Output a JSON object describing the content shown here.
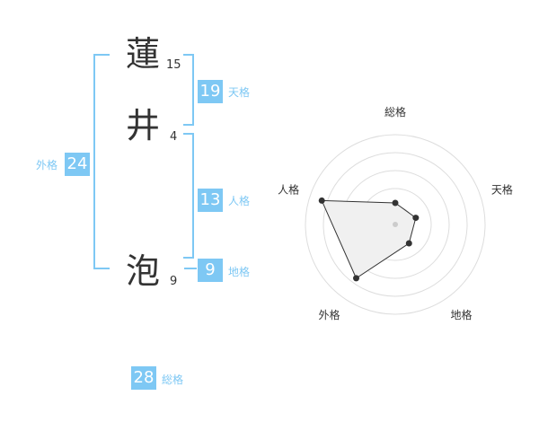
{
  "name": {
    "chars": [
      {
        "char": "蓮",
        "strokes": "15"
      },
      {
        "char": "井",
        "strokes": "4"
      },
      {
        "char": "泡",
        "strokes": "9"
      }
    ]
  },
  "fortune": {
    "tenkaku": {
      "value": "19",
      "label": "天格"
    },
    "jinkaku": {
      "value": "13",
      "label": "人格"
    },
    "chikaku": {
      "value": "9",
      "label": "地格"
    },
    "gaikaku": {
      "value": "24",
      "label": "外格"
    },
    "soukaku": {
      "value": "28",
      "label": "総格"
    }
  },
  "chart_data": {
    "type": "radar",
    "axes": [
      "総格",
      "天格",
      "地格",
      "外格",
      "人格"
    ],
    "values": [
      1.2,
      1.2,
      1.3,
      3.7,
      4.3
    ],
    "rlim": [
      0,
      5
    ],
    "grid": true,
    "fill_color": "#f0f0f0",
    "line_color": "#333333",
    "grid_color": "#dddddd"
  },
  "colors": {
    "accent": "#7ec8f4"
  }
}
